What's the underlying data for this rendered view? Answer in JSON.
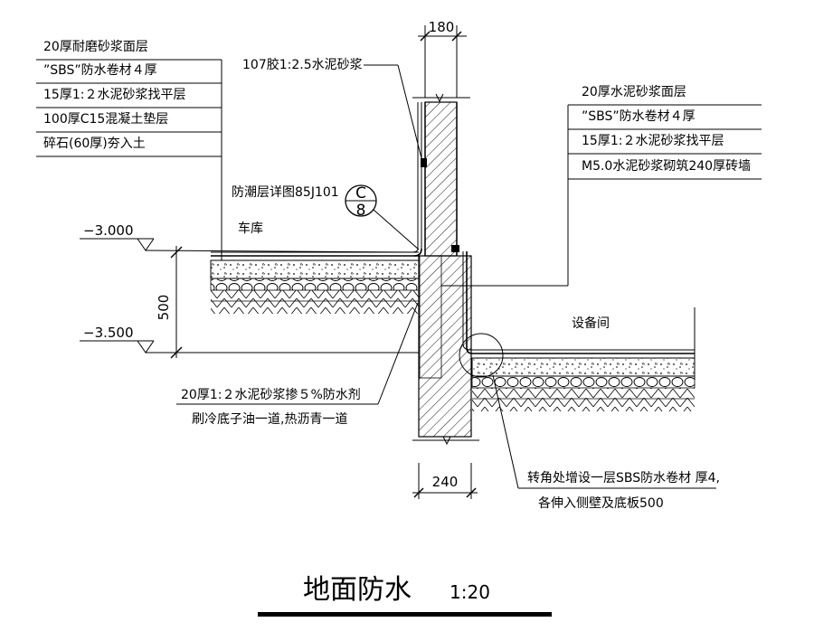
{
  "labels": {
    "left_layers": [
      "20厚耐磨砂浆面层",
      "”SBS”防水卷材４厚",
      "15厚1:２水泥砂浆找平层",
      "100厚C15混凝土垫层",
      "碎石(60厚)夯入土"
    ],
    "right_layers": [
      "20厚水泥砂浆面层",
      "”SBS”防水卷材４厚",
      "15厚1:２水泥砂浆找平层",
      "M5.0水泥砂浆砌筑240厚砖墙"
    ],
    "top_callout": "107胶1:2.5水泥砂浆",
    "damp_proof": "防潮层详图85J101",
    "detail_ref": {
      "letter": "C",
      "number": "8"
    },
    "garage": "车库",
    "equipment_room": "设备间",
    "bottom_left_1": "20厚1:２水泥砂浆掺５%防水剂",
    "bottom_left_2": "刷冷底子油一道,热沥青一道",
    "bottom_right_1": "转角处增设一层SBS防水卷材 厚4,",
    "bottom_right_2": "各伸入侧壁及底板500"
  },
  "dimensions": {
    "top_width": "180",
    "bottom_width": "240",
    "height": "500",
    "elev_upper": "−3.000",
    "elev_lower": "−3.500"
  },
  "title": {
    "main": "地面防水",
    "scale": "1:20"
  }
}
